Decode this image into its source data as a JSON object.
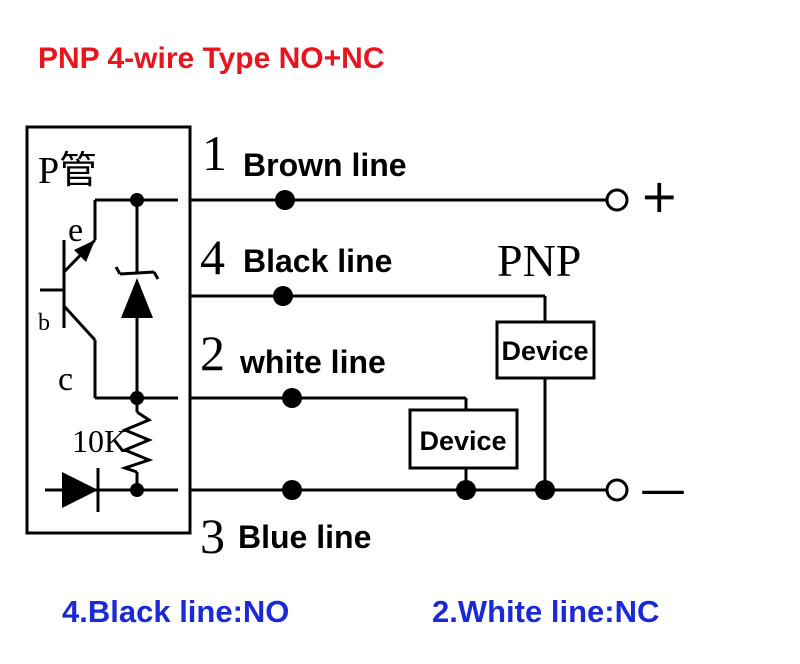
{
  "title": "PNP 4-wire Type NO+NC",
  "sensor": {
    "type_label": "P管",
    "emitter_label": "e",
    "base_label": "b",
    "collector_label": "c",
    "resistor_label": "10K"
  },
  "wires": [
    {
      "number": "1",
      "label": "Brown line"
    },
    {
      "number": "4",
      "label": "Black line"
    },
    {
      "number": "2",
      "label": "white line"
    },
    {
      "number": "3",
      "label": "Blue line"
    }
  ],
  "pnp_label": "PNP",
  "devices": [
    "Device",
    "Device"
  ],
  "terminals": {
    "positive": "+",
    "negative": "—"
  },
  "notes": [
    "4.Black line:NO",
    "2.White line:NC"
  ],
  "colors": {
    "title": "#e8141e",
    "notes": "#1a2ad6",
    "lines": "#000000"
  }
}
